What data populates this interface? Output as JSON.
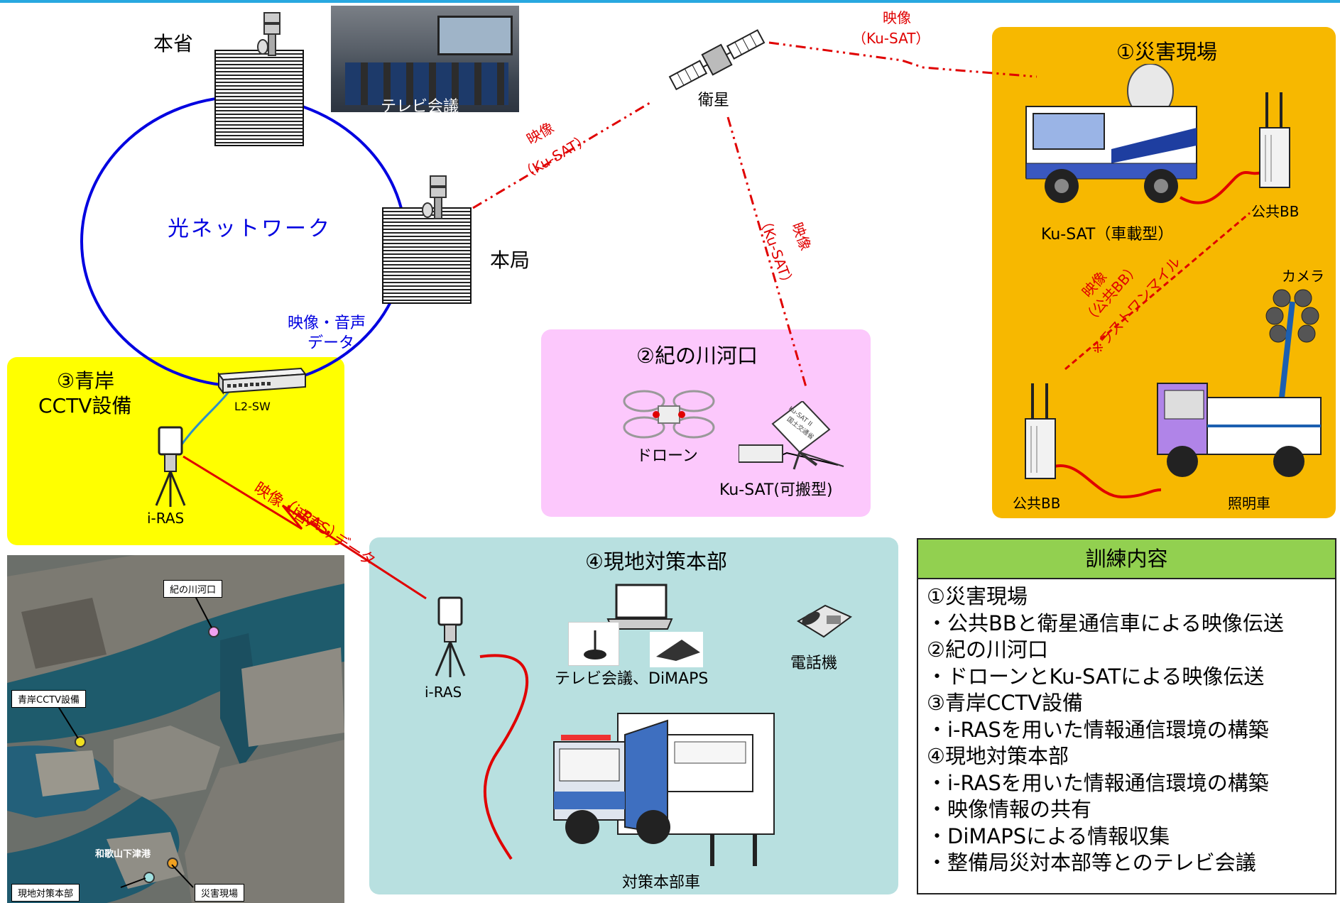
{
  "nodes": {
    "honsho": "本省",
    "tv_meeting_photo": "テレビ会議",
    "satellite": "衛星",
    "honkyoku": "本局",
    "optical_network": "光ネットワーク",
    "l2sw": "L2-SW",
    "av_data_line1": "映像・音声",
    "av_data_line2": "データ"
  },
  "links": {
    "video_kusat_top_1": "映像",
    "video_kusat_top_2": "（Ku-SAT）",
    "video_kusat_left_1": "映像",
    "video_kusat_left_2": "（Ku-SAT）",
    "video_kusat_mid_1": "映像",
    "video_kusat_mid_2": "（Ku-SAT）",
    "iras_link_1": "映像・音声・データ",
    "iras_link_2": "（i-RAS）",
    "public_bb_1": "映像",
    "public_bb_2": "（公共BB）",
    "public_bb_3": "※ラストワンマイル"
  },
  "site1": {
    "title": "①災害現場",
    "truck": "Ku-SAT（車載型）",
    "bb_top": "公共BB",
    "camera": "カメラ",
    "bb_bottom": "公共BB",
    "light_truck": "照明車"
  },
  "site2": {
    "title": "②紀の川河口",
    "drone": "ドローン",
    "kusat": "Ku-SAT(可搬型)",
    "antenna_text_1": "Ku-SAT II",
    "antenna_text_2": "国土交通省"
  },
  "site3": {
    "title_1": "③青岸",
    "title_2": "CCTV設備",
    "iras": "i-RAS"
  },
  "site4": {
    "title": "④現地対策本部",
    "iras": "i-RAS",
    "tv_dimaps": "テレビ会議、DiMAPS",
    "phone": "電話機",
    "hq_truck": "対策本部車"
  },
  "map": {
    "kinokawa": "紀の川河口",
    "aogishi": "青岸CCTV設備",
    "shimotsu": "和歌山下津港",
    "hq": "現地対策本部",
    "disaster": "災害現場",
    "colors": {
      "pink": "#f0a0f0",
      "yellow": "#f0e020",
      "cyan": "#a0e0e0",
      "orange": "#f0a020"
    }
  },
  "training": {
    "header": "訓練内容",
    "items": [
      "①災害現場",
      "・公共BBと衛星通信車による映像伝送",
      "②紀の川河口",
      "・ドローンとKu-SATによる映像伝送",
      "③青岸CCTV設備",
      "・i-RASを用いた情報通信環境の構築",
      "④現地対策本部",
      "・i-RASを用いた情報通信環境の構築",
      "・映像情報の共有",
      "・DiMAPSによる情報収集",
      "・整備局災対本部等とのテレビ会議"
    ]
  },
  "colors": {
    "site1_bg": "#f7b800",
    "site2_bg": "#fcc8fc",
    "site3_bg": "#ffff00",
    "site4_bg": "#b8e0e0",
    "training_header": "#92d050",
    "link_red": "#e00000",
    "ring_blue": "#0000e0"
  }
}
